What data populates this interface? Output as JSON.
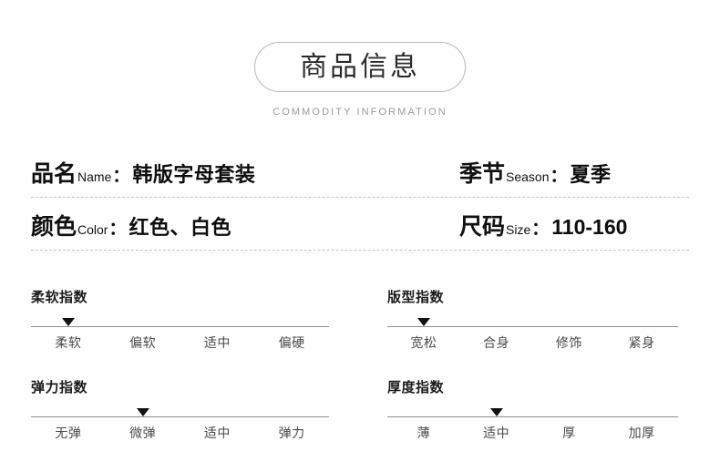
{
  "header": {
    "title": "商品信息",
    "subtitle": "COMMODITY INFORMATION"
  },
  "specs": {
    "rows": [
      {
        "left": {
          "label_cn": "品名",
          "label_en": "Name",
          "colon": "：",
          "value": "韩版字母套装"
        },
        "right": {
          "label_cn": "季节",
          "label_en": "Season",
          "colon": "：",
          "value": "夏季"
        }
      },
      {
        "left": {
          "label_cn": "颜色",
          "label_en": "Color",
          "colon": "：",
          "value": "红色、白色"
        },
        "right": {
          "label_cn": "尺码",
          "label_en": "Size",
          "colon": "：",
          "value": "110-160"
        }
      }
    ]
  },
  "indices": [
    {
      "title": "柔软指数",
      "labels": [
        "柔软",
        "偏软",
        "适中",
        "偏硬"
      ],
      "selected_index": 0
    },
    {
      "title": "版型指数",
      "labels": [
        "宽松",
        "合身",
        "修饰",
        "紧身"
      ],
      "selected_index": 0
    },
    {
      "title": "弹力指数",
      "labels": [
        "无弹",
        "微弹",
        "适中",
        "弹力"
      ],
      "selected_index": 1
    },
    {
      "title": "厚度指数",
      "labels": [
        "薄",
        "适中",
        "厚",
        "加厚"
      ],
      "selected_index": 1
    }
  ],
  "colors": {
    "text_primary": "#111111",
    "text_muted": "#9a9a9a",
    "label_gray": "#4a4a4a",
    "rule": "#8e8e8e",
    "dashed": "#c5c5c5",
    "marker": "#121212"
  }
}
